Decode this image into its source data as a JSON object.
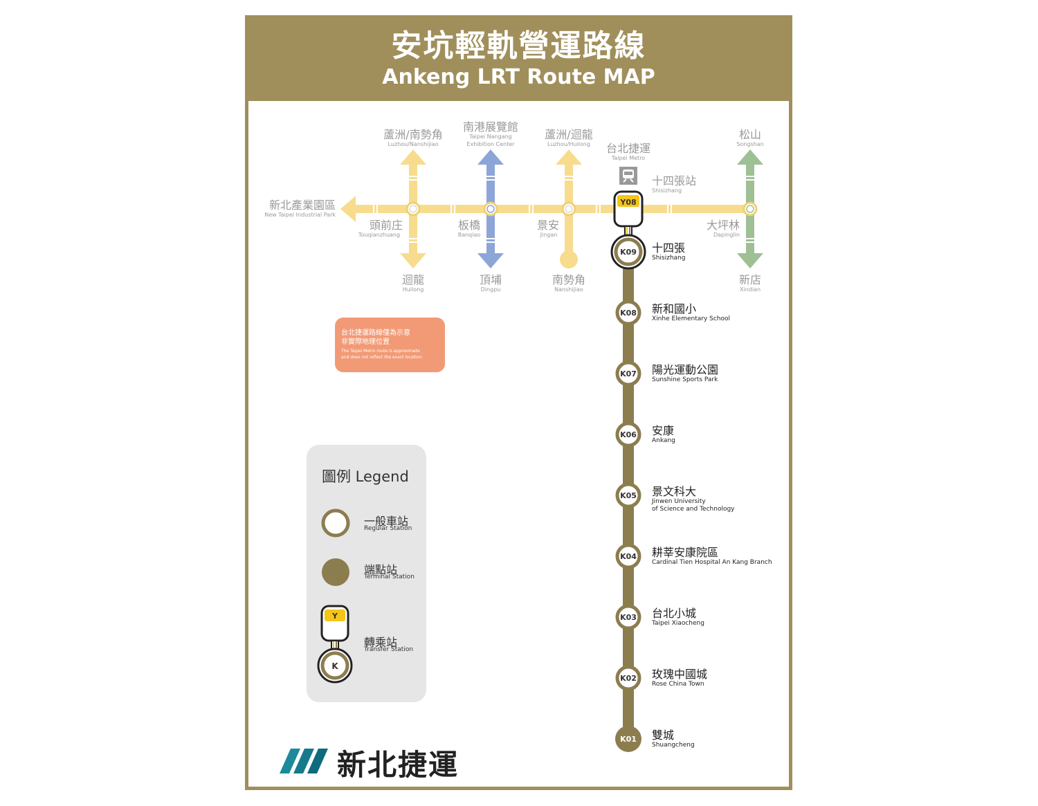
{
  "title": {
    "zh": "安坑輕軌營運路線",
    "en": "Ankeng LRT Route MAP"
  },
  "colors": {
    "poster": "#a08f5b",
    "ankeng_line": "#8c7d4f",
    "circular_line": "#f7dc8e",
    "circular_station_text": "#999999",
    "orange_line": "#f7dc8e",
    "blue_line": "#8ea5d8",
    "green_line": "#9fbf95",
    "transfer_yellow": "#f5c518",
    "note": "#f29a76"
  },
  "metro": {
    "icon_name": "train-icon",
    "label_zh": "台北捷運",
    "label_en": "Taipei Metro"
  },
  "circular_line": {
    "west_end": {
      "zh": "新北產業園區",
      "en": "New Taipei Industrial Park"
    },
    "stations": [
      {
        "zh": "頭前庄",
        "en": "Touqianzhuang"
      },
      {
        "zh": "板橋",
        "en": "Banqiao"
      },
      {
        "zh": "景安",
        "en": "Jingan"
      },
      {
        "zh": "大坪林",
        "en": "Dapinglin"
      }
    ],
    "transfer_code": "Y08",
    "transfer_station": {
      "zh": "十四張站",
      "en": "Shisizhang"
    }
  },
  "branches": [
    {
      "top": {
        "zh": "蘆洲/南勢角",
        "en": "Luzhou/Nanshijiao"
      },
      "bottom": {
        "zh": "迴龍",
        "en": "Huilong"
      }
    },
    {
      "top": {
        "zh": "南港展覽館",
        "en": "Taipei Nangang Exhibition Center"
      },
      "bottom": {
        "zh": "頂埔",
        "en": "Dingpu"
      }
    },
    {
      "top": {
        "zh": "蘆洲/迴龍",
        "en": "Luzhou/Huilong"
      },
      "bottom": {
        "zh": "南勢角",
        "en": "Nanshijiao"
      }
    },
    {
      "top": {
        "zh": "松山",
        "en": "Songshan"
      },
      "bottom": {
        "zh": "新店",
        "en": "Xindian"
      }
    }
  ],
  "ankeng_line": {
    "stations": [
      {
        "code": "K09",
        "zh": "十四張",
        "en": "Shisizhang",
        "type": "transfer"
      },
      {
        "code": "K08",
        "zh": "新和國小",
        "en": "Xinhe Elementary School",
        "type": "regular"
      },
      {
        "code": "K07",
        "zh": "陽光運動公園",
        "en": "Sunshine Sports Park",
        "type": "regular"
      },
      {
        "code": "K06",
        "zh": "安康",
        "en": "Ankang",
        "type": "regular"
      },
      {
        "code": "K05",
        "zh": "景文科大",
        "en": "Jinwen University of Science and Technology",
        "type": "regular"
      },
      {
        "code": "K04",
        "zh": "耕莘安康院區",
        "en": "Cardinal Tien Hospital An Kang Branch",
        "type": "regular"
      },
      {
        "code": "K03",
        "zh": "台北小城",
        "en": "Taipei Xiaocheng",
        "type": "regular"
      },
      {
        "code": "K02",
        "zh": "玫瑰中國城",
        "en": "Rose China Town",
        "type": "regular"
      },
      {
        "code": "K01",
        "zh": "雙城",
        "en": "Shuangcheng",
        "type": "terminal"
      }
    ]
  },
  "note": {
    "zh_line1": "台北捷運路線僅為示意",
    "zh_line2": "非實際地理位置",
    "en_line1": "The Taipei Metro route is approximate",
    "en_line2": "and does not reflect the exact location."
  },
  "legend": {
    "title": "圖例 Legend",
    "items": [
      {
        "zh": "一般車站",
        "en": "Regular Station"
      },
      {
        "zh": "端點站",
        "en": "Terminal Station"
      },
      {
        "zh": "轉乘站",
        "en": "Transfer Station"
      }
    ],
    "transfer_codes": {
      "top": "Y",
      "bottom": "K"
    }
  },
  "logo": {
    "text": "新北捷運",
    "icon_name": "ntmc-logo-icon"
  }
}
